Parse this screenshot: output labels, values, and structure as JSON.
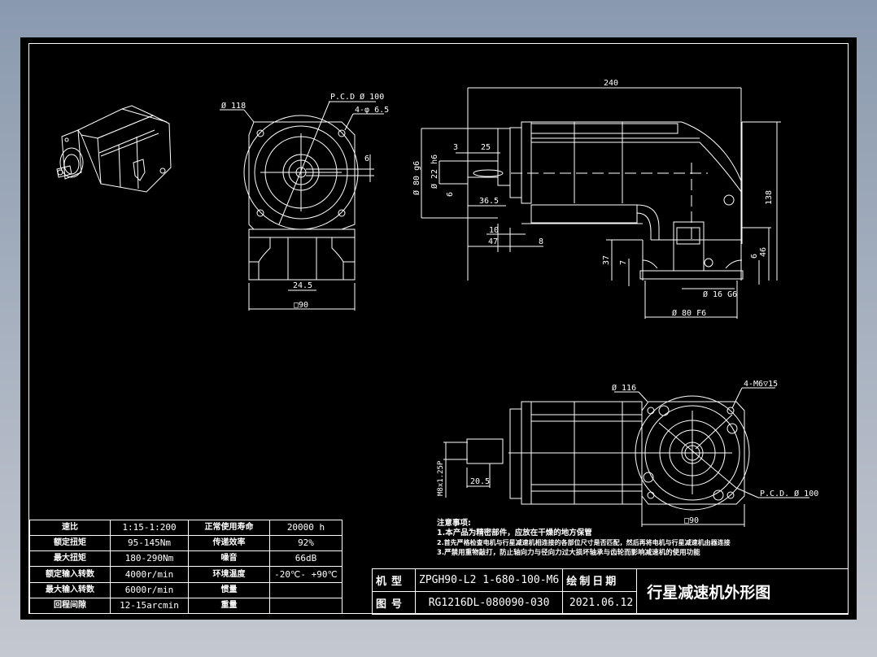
{
  "drawing": {
    "title": "行星减速机外形图",
    "background_color": "#8a9aae",
    "sheet_color": "#000000",
    "line_color": "#ffffff"
  },
  "isometric_view": {
    "label": "isometric-gearbox-view"
  },
  "front_view": {
    "dims": {
      "outer_dia": "Ø 118",
      "pcd": "P.C.D  Ø 100",
      "holes": "4-φ 6.5",
      "key_width": "6",
      "shaft_offset": "24.5",
      "square": "□90"
    }
  },
  "side_view": {
    "dims": {
      "overall_length": "240",
      "height": "138",
      "pilot_dia": "Ø 80 g6",
      "shaft_dia": "Ø 22 h6",
      "key": "6",
      "key_offset": "3",
      "key_length": "25",
      "shaft_length": "36.5",
      "flange_10": "10",
      "flange_47": "47",
      "flange_8": "8",
      "base_37": "37",
      "base_7": "7",
      "base_6": "6",
      "base_46": "46",
      "bore": "Ø 16 G6",
      "pilot_out": "Ø 80 F6"
    }
  },
  "top_view": {
    "dims": {
      "outer_dia": "Ø 116",
      "tapped_holes": "4-M6▽15",
      "pcd": "P.C.D.   Ø 100",
      "thread": "M8x1.25P",
      "thread_depth": "20.5",
      "square": "□90"
    }
  },
  "notes": {
    "heading": "注意事项:",
    "items": [
      "1.本产品为精密部件，应放在干燥的地方保管",
      "2.首先严格检查电机与行星减速机相连接的各部位尺寸是否匹配，然后再将电机与行星减速机由器连接",
      "3.严禁用重物敲打，防止轴向力与径向力过大损坏轴承与齿轮而影响减速机的使用功能"
    ]
  },
  "spec_table": {
    "rows": [
      {
        "label_left": "速比",
        "value_left": "1:15-1:200",
        "label_right": "正常使用寿命",
        "value_right": "20000 h"
      },
      {
        "label_left": "额定扭矩",
        "value_left": "95-145Nm",
        "label_right": "传递效率",
        "value_right": "92%"
      },
      {
        "label_left": "最大扭矩",
        "value_left": "180-290Nm",
        "label_right": "噪音",
        "value_right": "66dB"
      },
      {
        "label_left": "额定输入转数",
        "value_left": "4000r/min",
        "label_right": "环境温度",
        "value_right": "-20℃- +90℃"
      },
      {
        "label_left": "最大输入转数",
        "value_left": "6000r/min",
        "label_right": "惯量",
        "value_right": ""
      },
      {
        "label_left": "回程间隙",
        "value_left": "12-15arcmin",
        "label_right": "重量",
        "value_right": ""
      }
    ]
  },
  "title_block": {
    "model_label": "机型",
    "model_value": "ZPGH90-L2 1-680-100-M6",
    "date_label": "绘制日期",
    "drawing_no_label": "图号",
    "drawing_no_value": "RG1216DL-080090-030",
    "date_value": "2021.06.12",
    "title": "行星减速机外形图"
  }
}
